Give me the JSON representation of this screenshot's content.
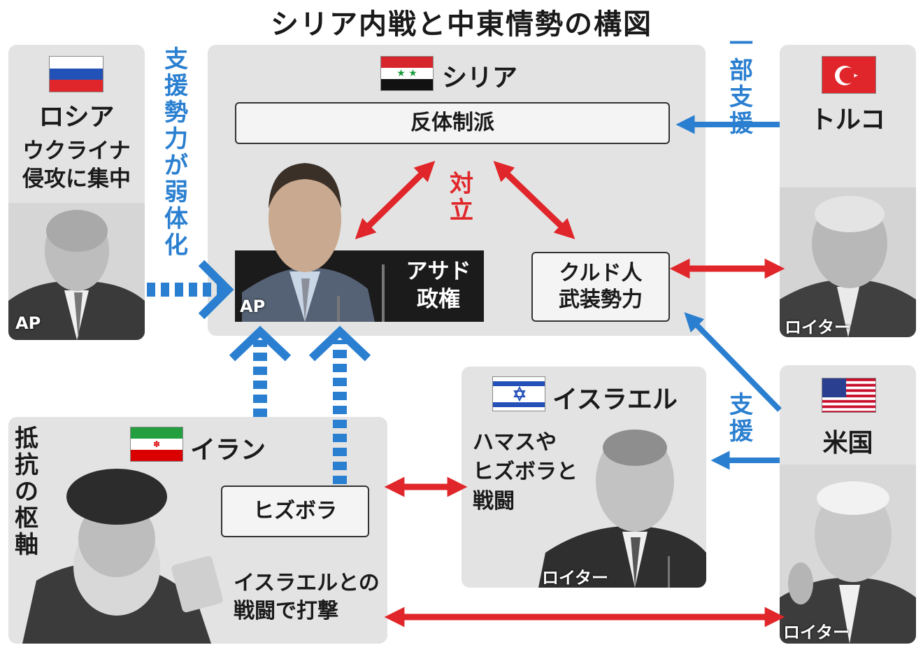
{
  "title": "シリア内戦と中東情勢の構図",
  "syria": {
    "name": "シリア",
    "opposition": "反体制派",
    "conflict": "対立",
    "regime_line1": "アサド",
    "regime_line2": "政権",
    "kurds_line1": "クルド人",
    "kurds_line2": "武装勢力",
    "credit": "AP"
  },
  "russia": {
    "name": "ロシア",
    "note_line1": "ウクライナ",
    "note_line2": "侵攻に集中",
    "credit": "AP"
  },
  "support_weakened": [
    "支",
    "援",
    "勢",
    "力",
    "が",
    "弱",
    "体",
    "化"
  ],
  "turkey": {
    "name": "トルコ",
    "partial_support": [
      "一",
      "部",
      "支",
      "援"
    ],
    "credit": "ロイター"
  },
  "usa": {
    "name": "米国",
    "support": [
      "支",
      "援"
    ],
    "credit": "ロイター"
  },
  "iran": {
    "name": "イラン",
    "axis": [
      "抵",
      "抗",
      "の",
      "枢",
      "軸"
    ],
    "hezbollah": "ヒズボラ",
    "note_line1": "イスラエルとの",
    "note_line2": "戦闘で打撃"
  },
  "israel": {
    "name": "イスラエル",
    "note_line1": "ハマスや",
    "note_line2": "ヒズボラと",
    "note_line3": "戦闘",
    "credit": "ロイター"
  },
  "colors": {
    "support_blue": "#2a7fd0",
    "conflict_red": "#e0262a",
    "panel_gray": "#e3e3e3"
  }
}
